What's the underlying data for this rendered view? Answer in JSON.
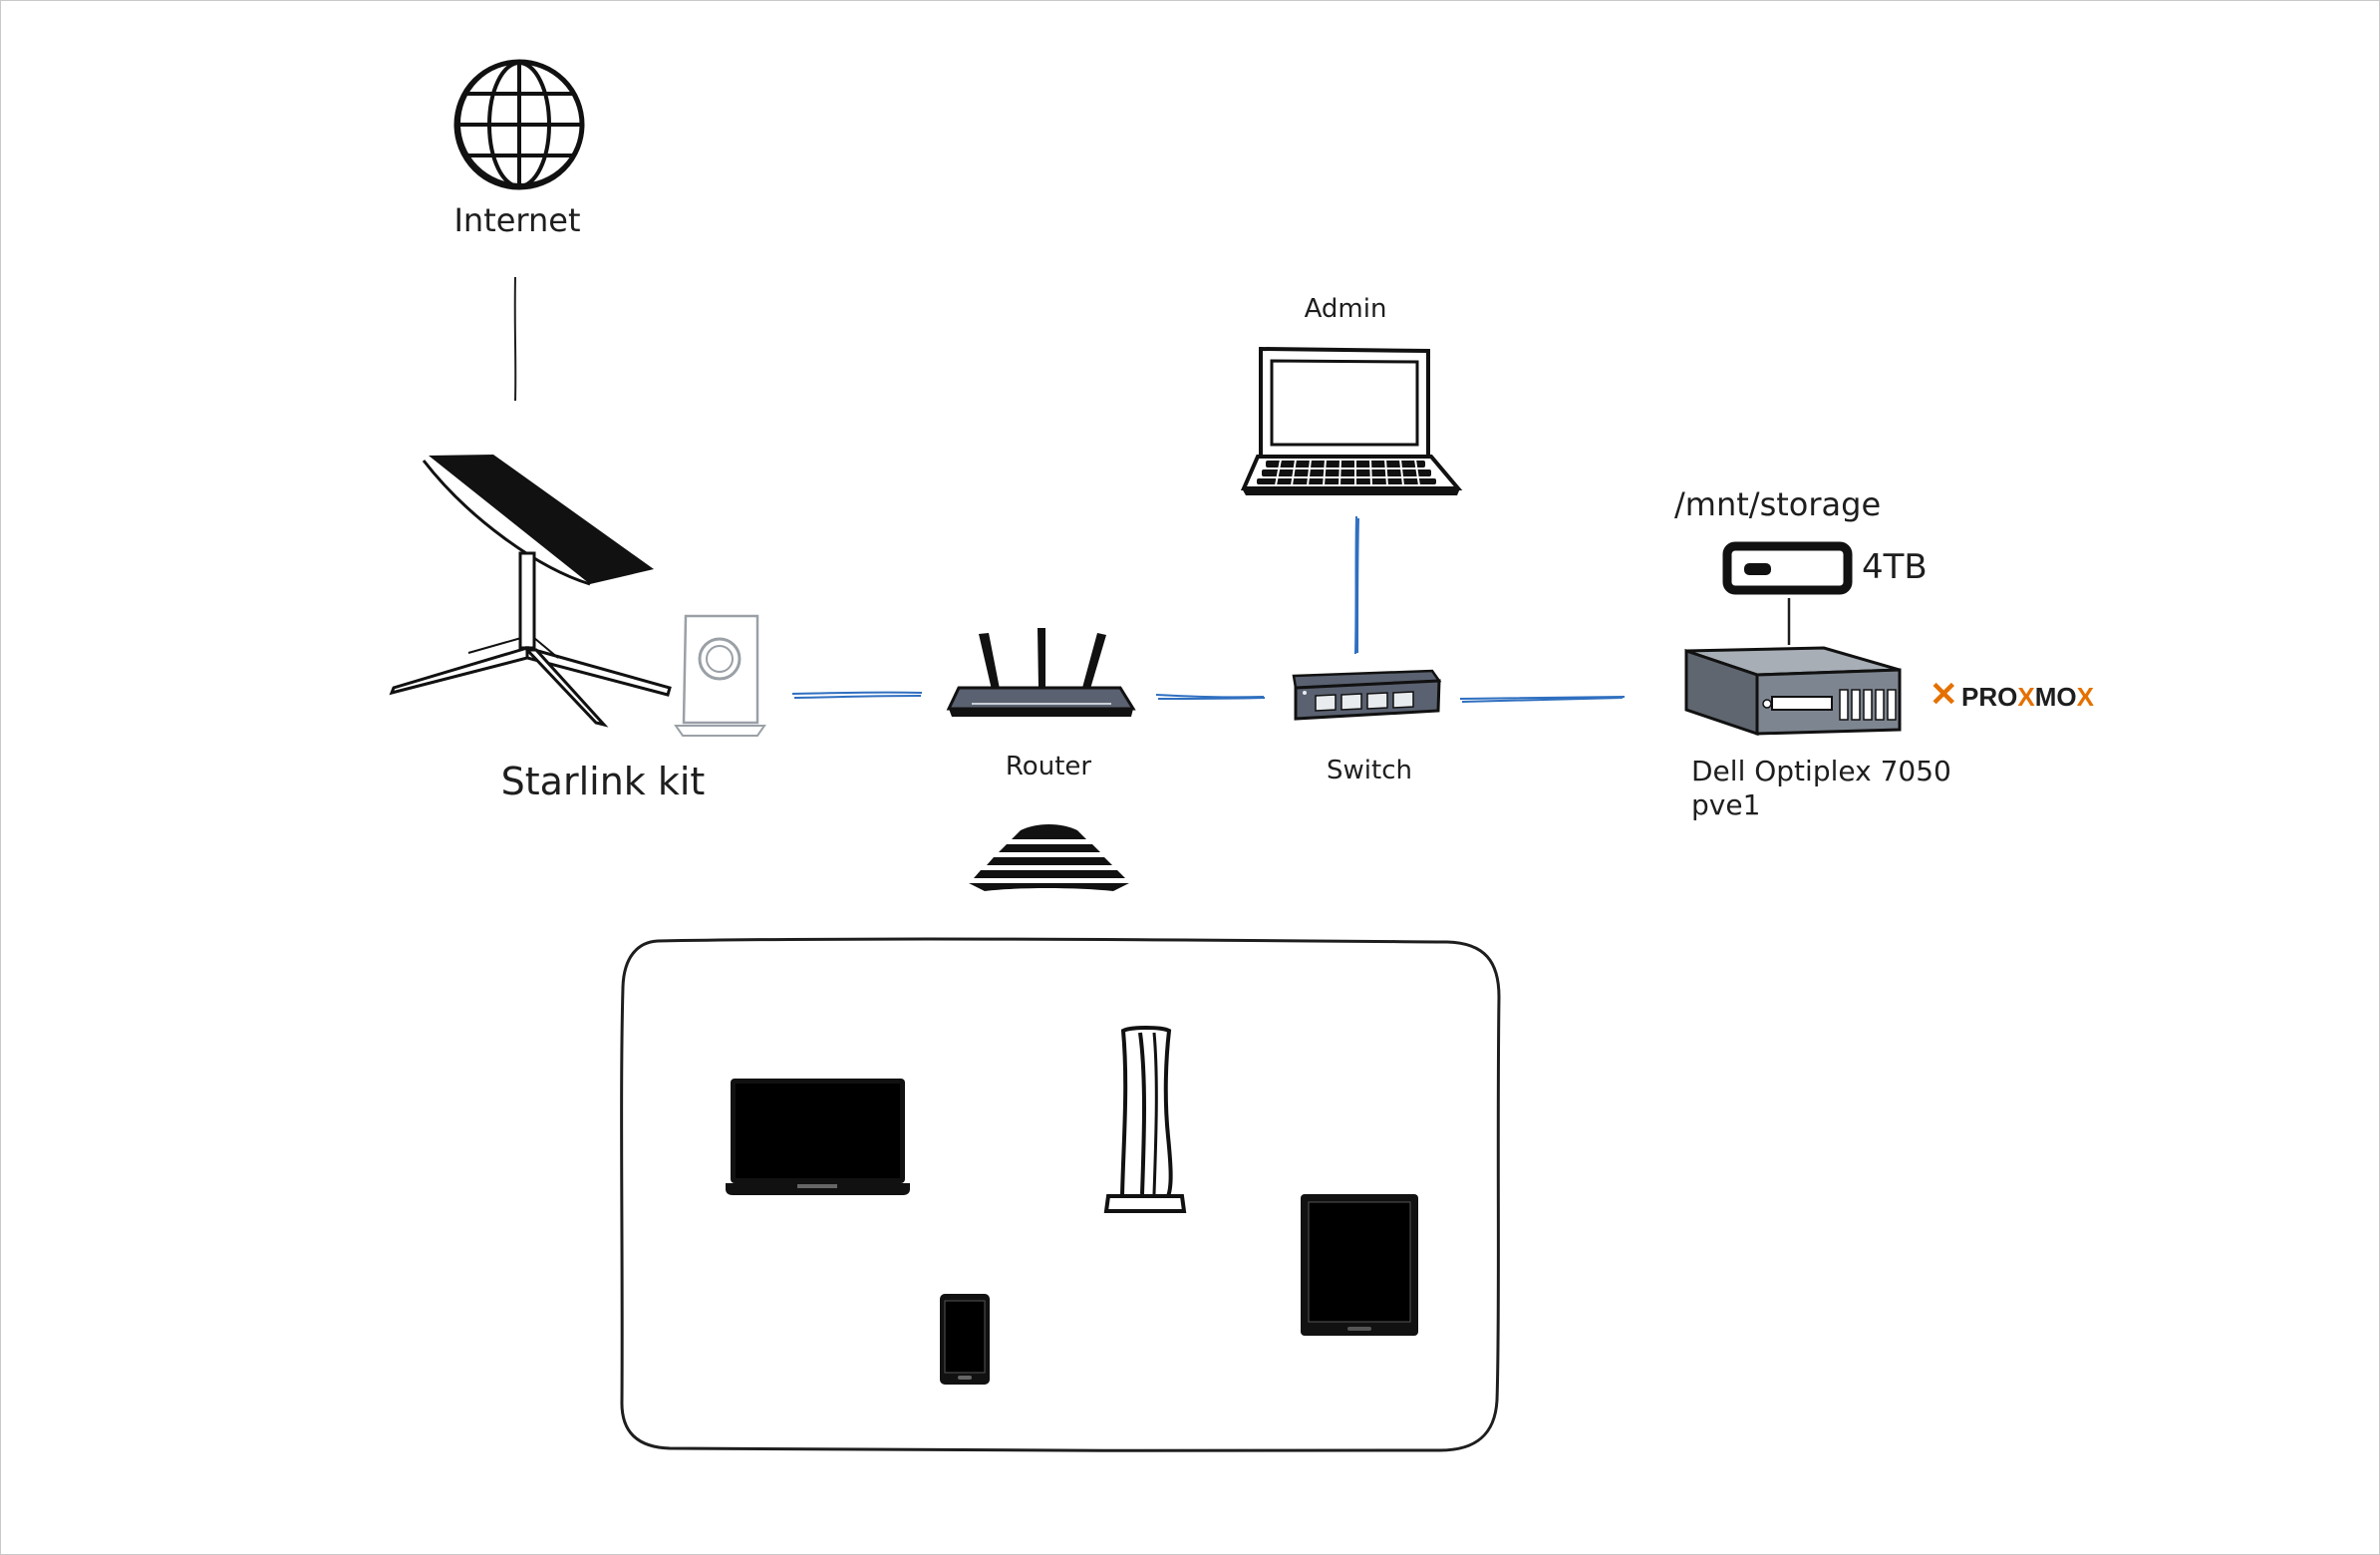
{
  "labels": {
    "internet": "Internet",
    "starlink": "Starlink kit",
    "router": "Router",
    "switch": "Switch",
    "admin": "Admin",
    "mount": "/mnt/storage",
    "disk_size": "4TB",
    "server_model": "Dell Optiplex 7050",
    "server_host": "pve1"
  },
  "proxmox": {
    "x_glyph": "✕",
    "part1": "PRO",
    "x_mid": "X",
    "part2": "MO",
    "x_end": "X"
  },
  "colors": {
    "link": "#2f6fc0",
    "line": "#1e1e1e",
    "device": "#111111",
    "router_body": "#5a6170",
    "server_body": "#7d8590",
    "proxmox_orange": "#e57000"
  },
  "icons": {
    "internet": "globe-icon",
    "dish": "satellite-dish-icon",
    "starlink_router": "starlink-router-icon",
    "router": "wifi-router-icon",
    "wifi": "wifi-signal-icon",
    "switch": "network-switch-icon",
    "admin": "laptop-icon",
    "disk": "external-drive-icon",
    "server": "desktop-server-icon",
    "clients": [
      "laptop-icon",
      "game-console-icon",
      "tablet-icon",
      "smartphone-icon"
    ]
  }
}
